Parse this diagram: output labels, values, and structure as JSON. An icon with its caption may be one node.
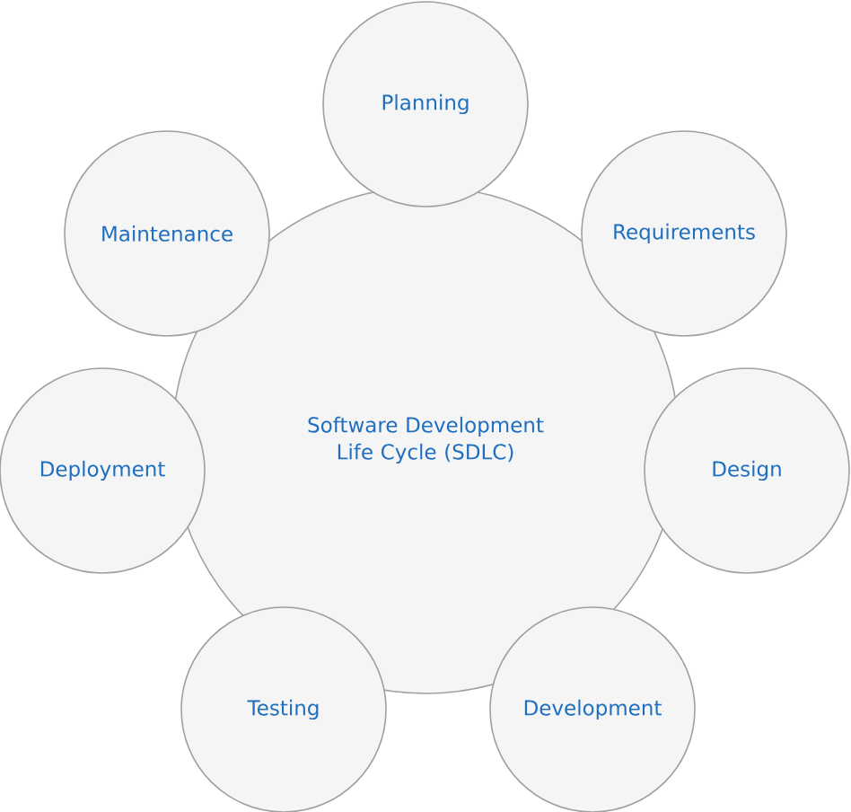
{
  "diagram": {
    "nodes": [
      {
        "text": [
          "Software Development Life Cycle (SDLC)"
        ]
      },
      {
        "text": [
          "Planning"
        ]
      },
      {
        "text": [
          "Maintenance"
        ]
      },
      {
        "text": [
          "Requirements"
        ]
      },
      {
        "text": [
          "Deployment"
        ]
      },
      {
        "text": [
          "Design"
        ]
      },
      {
        "text": [
          "Testing"
        ]
      },
      {
        "text": [
          "Development"
        ]
      }
    ]
  }
}
